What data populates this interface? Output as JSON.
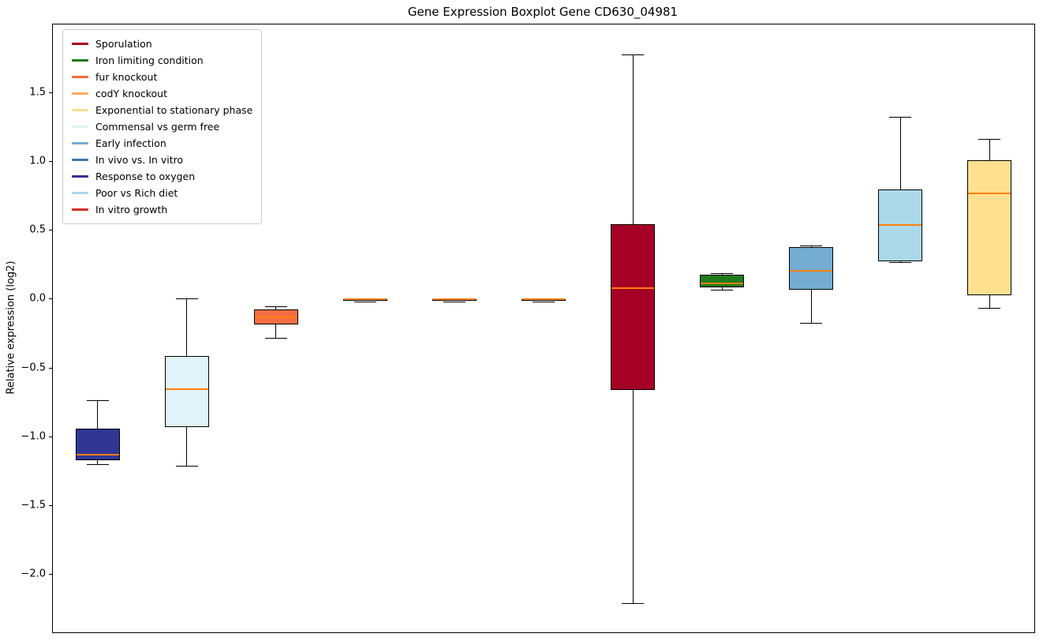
{
  "legend": {
    "items": [
      {
        "label": "Sporulation",
        "color": "#a50026"
      },
      {
        "label": "Iron limiting condition",
        "color": "#1e7b1e"
      },
      {
        "label": "fur knockout",
        "color": "#f46d43"
      },
      {
        "label": "codY knockout",
        "color": "#fdae61"
      },
      {
        "label": "Exponential to stationary phase",
        "color": "#fee090"
      },
      {
        "label": "Commensal vs germ free",
        "color": "#e0f3f8"
      },
      {
        "label": "Early infection",
        "color": "#74add1"
      },
      {
        "label": "In vivo vs. In vitro",
        "color": "#4575b4"
      },
      {
        "label": "Response to oxygen",
        "color": "#313695"
      },
      {
        "label": "Poor vs Rich diet",
        "color": "#abd9e9"
      },
      {
        "label": "In vitro growth",
        "color": "#d73027"
      }
    ]
  },
  "chart_data": {
    "type": "boxplot",
    "title": "Gene Expression Boxplot Gene CD630_04981",
    "xlabel": "",
    "ylabel": "Relative expression (log2)",
    "ylim": [
      -2.42,
      2.0
    ],
    "yticks": [
      1.5,
      1.0,
      0.5,
      0.0,
      -0.5,
      -1.0,
      -1.5,
      -2.0
    ],
    "grid": false,
    "legend_position": "upper-left",
    "median_color": "#ff7f0e",
    "series": [
      {
        "name": "Response to oxygen",
        "color": "#313695",
        "whisker_low": -1.2,
        "q1": -1.17,
        "median": -1.13,
        "q3": -0.94,
        "whisker_high": -0.73
      },
      {
        "name": "Commensal vs germ free",
        "color": "#e0f3f8",
        "whisker_low": -1.21,
        "q1": -0.93,
        "median": -0.65,
        "q3": -0.41,
        "whisker_high": 0.01
      },
      {
        "name": "fur knockout",
        "color": "#f46d43",
        "whisker_low": -0.28,
        "q1": -0.18,
        "median": -0.13,
        "q3": -0.07,
        "whisker_high": -0.05
      },
      {
        "name": "codY knockout",
        "color": "#fdae61",
        "whisker_low": -0.012,
        "q1": -0.006,
        "median": 0.0,
        "q3": 0.002,
        "whisker_high": 0.006
      },
      {
        "name": "In vivo vs. In vitro",
        "color": "#4575b4",
        "whisker_low": -0.012,
        "q1": -0.006,
        "median": 0.0,
        "q3": 0.002,
        "whisker_high": 0.006
      },
      {
        "name": "In vitro growth",
        "color": "#d73027",
        "whisker_low": -0.012,
        "q1": -0.006,
        "median": 0.0,
        "q3": 0.002,
        "whisker_high": 0.006
      },
      {
        "name": "Sporulation",
        "color": "#a50026",
        "whisker_low": -2.21,
        "q1": -0.66,
        "median": 0.08,
        "q3": 0.55,
        "whisker_high": 1.78
      },
      {
        "name": "Iron limiting condition",
        "color": "#1e7b1e",
        "whisker_low": 0.07,
        "q1": 0.09,
        "median": 0.12,
        "q3": 0.18,
        "whisker_high": 0.19
      },
      {
        "name": "Early infection",
        "color": "#74add1",
        "whisker_low": -0.17,
        "q1": 0.07,
        "median": 0.21,
        "q3": 0.38,
        "whisker_high": 0.39
      },
      {
        "name": "Poor vs Rich diet",
        "color": "#abd9e9",
        "whisker_low": 0.27,
        "q1": 0.28,
        "median": 0.54,
        "q3": 0.8,
        "whisker_high": 1.33
      },
      {
        "name": "Exponential to stationary phase",
        "color": "#fee090",
        "whisker_low": -0.06,
        "q1": 0.03,
        "median": 0.77,
        "q3": 1.01,
        "whisker_high": 1.17
      }
    ]
  }
}
